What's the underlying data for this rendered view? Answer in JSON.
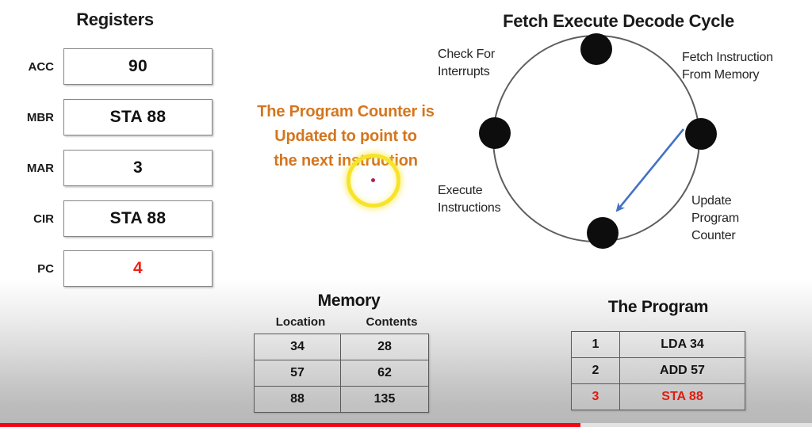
{
  "registers": {
    "title": "Registers",
    "rows": [
      {
        "label": "ACC",
        "value": "90",
        "highlight": false
      },
      {
        "label": "MBR",
        "value": "STA 88",
        "highlight": false
      },
      {
        "label": "MAR",
        "value": "3",
        "highlight": false
      },
      {
        "label": "CIR",
        "value": "STA 88",
        "highlight": false
      },
      {
        "label": "PC",
        "value": "4",
        "highlight": true
      }
    ]
  },
  "annotation": {
    "line1": "The Program Counter is",
    "line2": "Updated to point to",
    "line3": "the next instruction",
    "color": "#d4761e"
  },
  "cursor": {
    "ring_color": "#f7e32b",
    "dot_color": "#b41e5a"
  },
  "cycle": {
    "title": "Fetch Execute Decode Cycle",
    "labels": {
      "check": "Check For\nInterrupts",
      "fetch": "Fetch Instruction\nFrom Memory",
      "execute": "Execute\nInstructions",
      "update": "Update\nProgram\nCounter"
    },
    "arrow_color": "#4472c4",
    "node_color": "#0d0d0d",
    "ring_color": "#595959"
  },
  "memory": {
    "title": "Memory",
    "headers": [
      "Location",
      "Contents"
    ],
    "rows": [
      {
        "location": "34",
        "contents": "28",
        "highlight": false
      },
      {
        "location": "57",
        "contents": "62",
        "highlight": false
      },
      {
        "location": "88",
        "contents": "135",
        "highlight": false
      }
    ]
  },
  "program": {
    "title": "The Program",
    "rows": [
      {
        "line": "1",
        "instruction": "LDA 34",
        "highlight": false
      },
      {
        "line": "2",
        "instruction": "ADD 57",
        "highlight": false
      },
      {
        "line": "3",
        "instruction": "STA  88",
        "highlight": true
      }
    ]
  },
  "progress": {
    "percent": 71.5,
    "fill_color": "#f40612",
    "track_color": "#e2e2e2"
  }
}
